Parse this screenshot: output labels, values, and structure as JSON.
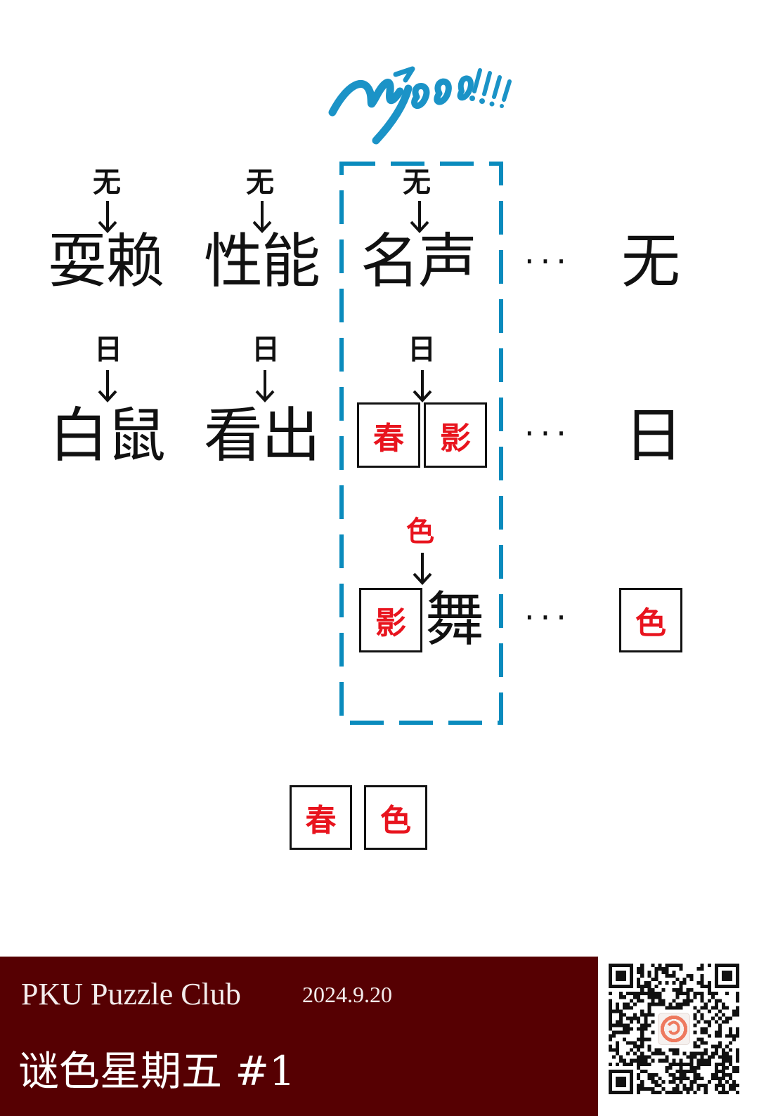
{
  "logo": {
    "text": "Myoo!!!!",
    "color": "#1b93c7"
  },
  "colors": {
    "dash_box": "#0a8bbd",
    "hint_red": "#e8141e",
    "footer_bg": "#560002"
  },
  "rows": [
    {
      "pairs": [
        {
          "hint": "无",
          "word": "耍赖"
        },
        {
          "hint": "无",
          "word": "性能"
        },
        {
          "hint": "无",
          "word": "名声"
        }
      ],
      "ellipsis": "···",
      "answer": "无"
    },
    {
      "pairs": [
        {
          "hint": "日",
          "word": "白鼠"
        },
        {
          "hint": "日",
          "word": "看出"
        },
        {
          "hint": "日",
          "boxed": [
            "春",
            "影"
          ]
        }
      ],
      "ellipsis": "···",
      "answer": "日"
    },
    {
      "pairs": [
        {
          "hint": "色",
          "boxed": [
            "影"
          ],
          "plain": "舞"
        }
      ],
      "ellipsis": "···",
      "answer_boxed": "色"
    }
  ],
  "answer_tiles": [
    "春",
    "色"
  ],
  "footer": {
    "club": "PKU Puzzle Club",
    "date": "2024.9.20",
    "title": "谜色星期五 #1",
    "qr_icon": "qr-code"
  }
}
